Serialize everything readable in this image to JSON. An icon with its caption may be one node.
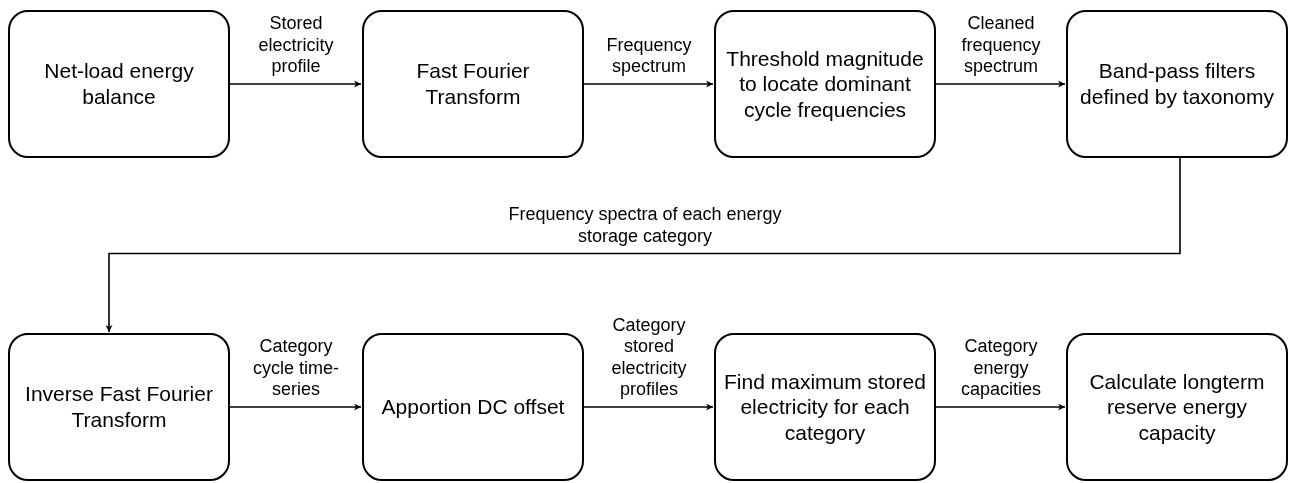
{
  "diagram": {
    "nodes": [
      {
        "text": [
          "Net-load energy balance"
        ]
      },
      {
        "text": [
          "Fast Fourier Transform"
        ]
      },
      {
        "text": [
          "Threshold magnitude to locate dominant cycle frequencies"
        ]
      },
      {
        "text": [
          "Band-pass filters defined by taxonomy"
        ]
      },
      {
        "text": [
          "Inverse Fast Fourier Transform"
        ]
      },
      {
        "text": [
          "Apportion DC offset"
        ]
      },
      {
        "text": [
          "Find maximum stored electricity for each category"
        ]
      },
      {
        "text": [
          "Calculate longterm reserve energy capacity"
        ]
      }
    ],
    "edges": [
      {
        "from": 0,
        "to": 1,
        "arrow": "to",
        "label": "Stored electricity profile"
      },
      {
        "from": 1,
        "to": 2,
        "arrow": "to",
        "label": "Frequency spectrum"
      },
      {
        "from": 2,
        "to": 3,
        "arrow": "to",
        "label": "Cleaned frequency spectrum"
      },
      {
        "from": 3,
        "to": 4,
        "arrow": "to",
        "label": "Frequency spectra of each energy storage category"
      },
      {
        "from": 4,
        "to": 5,
        "arrow": "to",
        "label": "Category cycle time-series"
      },
      {
        "from": 5,
        "to": 6,
        "arrow": "to",
        "label": "Category stored electricity profiles"
      },
      {
        "from": 6,
        "to": 7,
        "arrow": "to",
        "label": "Category energy capacities"
      }
    ]
  }
}
